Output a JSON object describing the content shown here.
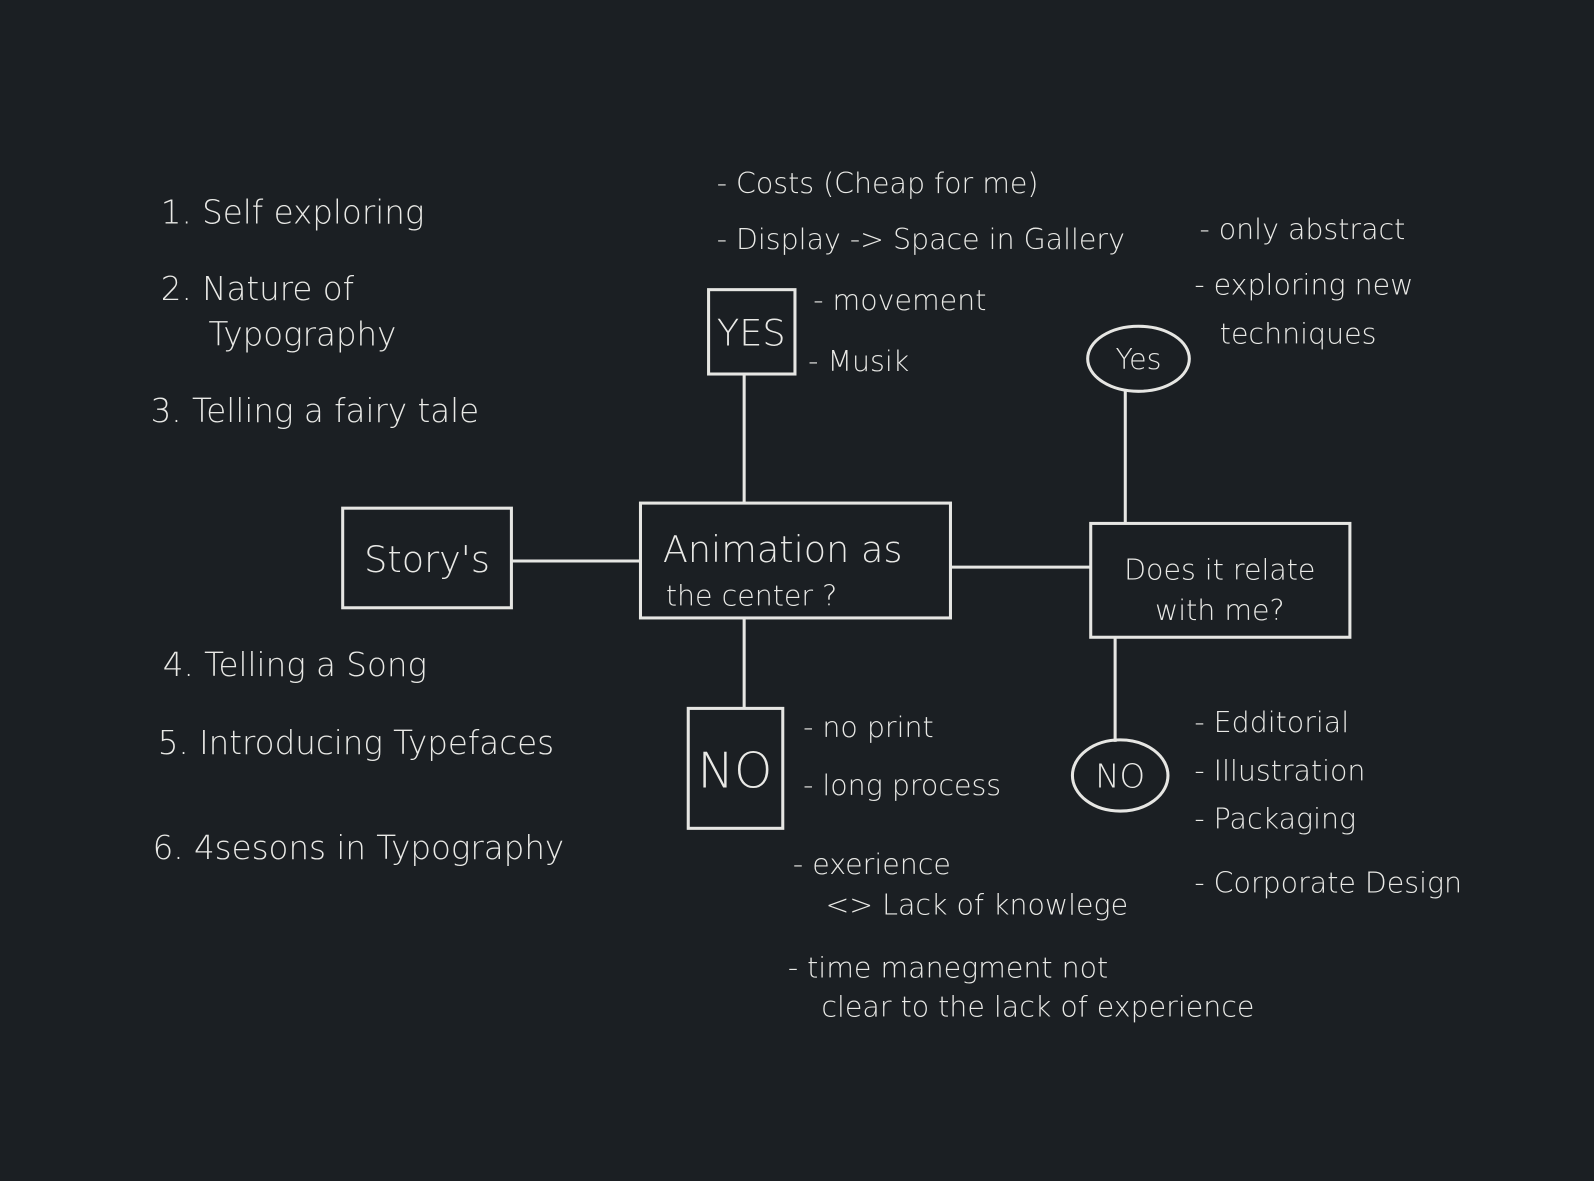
{
  "ideas_list": [
    {
      "label": "1. Self exploring"
    },
    {
      "label": "2. Nature of"
    },
    {
      "label": "Typography"
    },
    {
      "label": "3. Telling a fairy tale"
    },
    {
      "label": "4. Telling a Song"
    },
    {
      "label": "5. Introducing Typefaces"
    },
    {
      "label": "6. 4sesons in Typography"
    }
  ],
  "nodes": {
    "stories": "Story's",
    "center_line1": "Animation as",
    "center_line2": "the center ?",
    "yes": "YES",
    "no": "NO",
    "relate_line1": "Does it relate",
    "relate_line2": "with me?",
    "relate_yes": "Yes",
    "relate_no": "NO"
  },
  "animation_yes_notes": [
    "- Costs (Cheap for me)",
    "- Display -> Space in Gallery",
    "- movement",
    "- Musik"
  ],
  "animation_no_notes": [
    "- no print",
    "- long process",
    "- exerience",
    "<> Lack of knowlege",
    "- time manegment not",
    "clear to the lack of experience"
  ],
  "relate_yes_notes": [
    "- only abstract",
    "- exploring new",
    "techniques"
  ],
  "relate_no_notes": [
    "- Edditorial",
    "- Illustration",
    "- Packaging",
    "- Corporate Design"
  ]
}
